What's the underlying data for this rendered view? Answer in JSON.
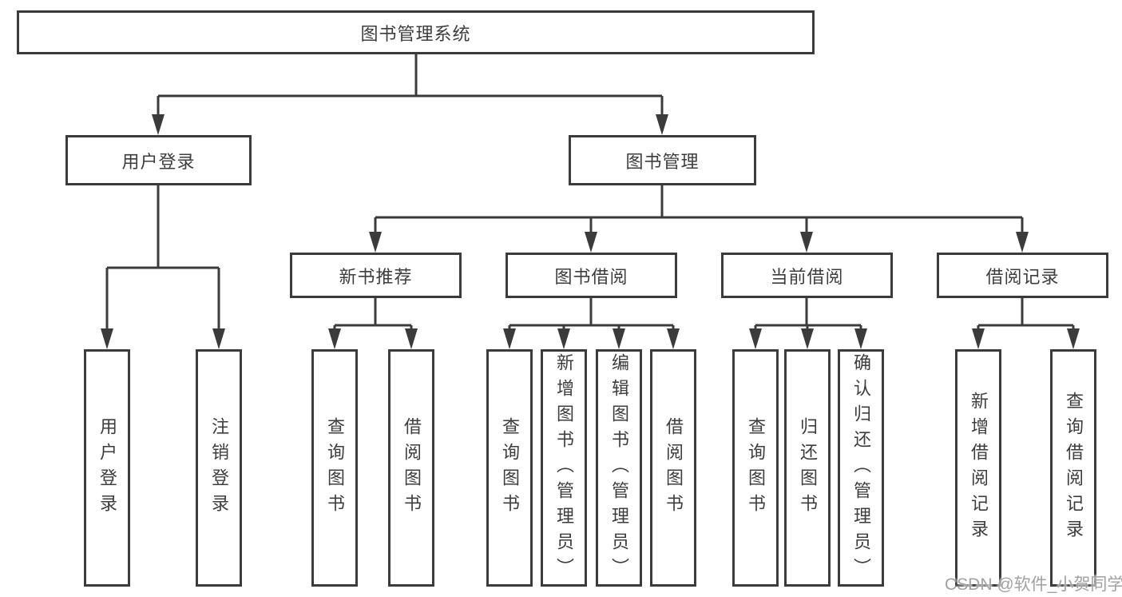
{
  "tree": {
    "root": {
      "label": "图书管理系统"
    },
    "branches": [
      {
        "label": "用户登录",
        "children": [
          {
            "label": "用户登录"
          },
          {
            "label": "注销登录"
          }
        ]
      },
      {
        "label": "图书管理",
        "children": [
          {
            "label": "新书推荐",
            "children": [
              {
                "label": "查询图书"
              },
              {
                "label": "借阅图书"
              }
            ]
          },
          {
            "label": "图书借阅",
            "children": [
              {
                "label": "查询图书"
              },
              {
                "label": "新增图书（管理员）"
              },
              {
                "label": "编辑图书（管理员）"
              },
              {
                "label": "借阅图书"
              }
            ]
          },
          {
            "label": "当前借阅",
            "children": [
              {
                "label": "查询图书"
              },
              {
                "label": "归还图书"
              },
              {
                "label": "确认归还（管理员）"
              }
            ]
          },
          {
            "label": "借阅记录",
            "children": [
              {
                "label": "新增借阅记录"
              },
              {
                "label": "查询借阅记录"
              }
            ]
          }
        ]
      }
    ]
  },
  "watermark": "CSDN @软件_小贺同学",
  "colors": {
    "line": "#3b3b3b",
    "text": "#3d3d3d",
    "watermark": "#a2a2a2",
    "background": "#ffffff"
  }
}
